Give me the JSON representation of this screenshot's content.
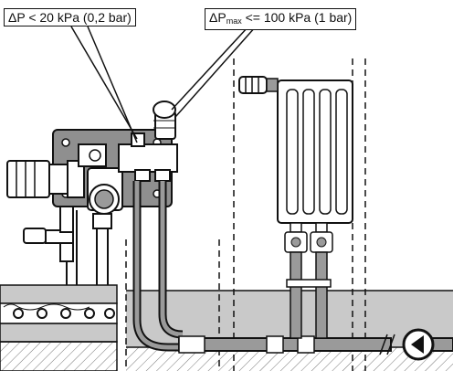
{
  "callouts": {
    "low_pressure": {
      "symbol": "ΔP",
      "text": " < 20 kPa (0,2 bar)"
    },
    "max_pressure": {
      "symbol": "ΔP",
      "subscript": "max",
      "text": " <= 100 kPa (1 bar)"
    }
  },
  "colors": {
    "line": "#111111",
    "floor_fill": "#c9c9c9",
    "hatch": "#777777",
    "pipe_fill": "#9a9a9a"
  },
  "icons": [
    "circulation-pump-icon",
    "valve-handle-icon",
    "radiator-thermostat-icon"
  ]
}
